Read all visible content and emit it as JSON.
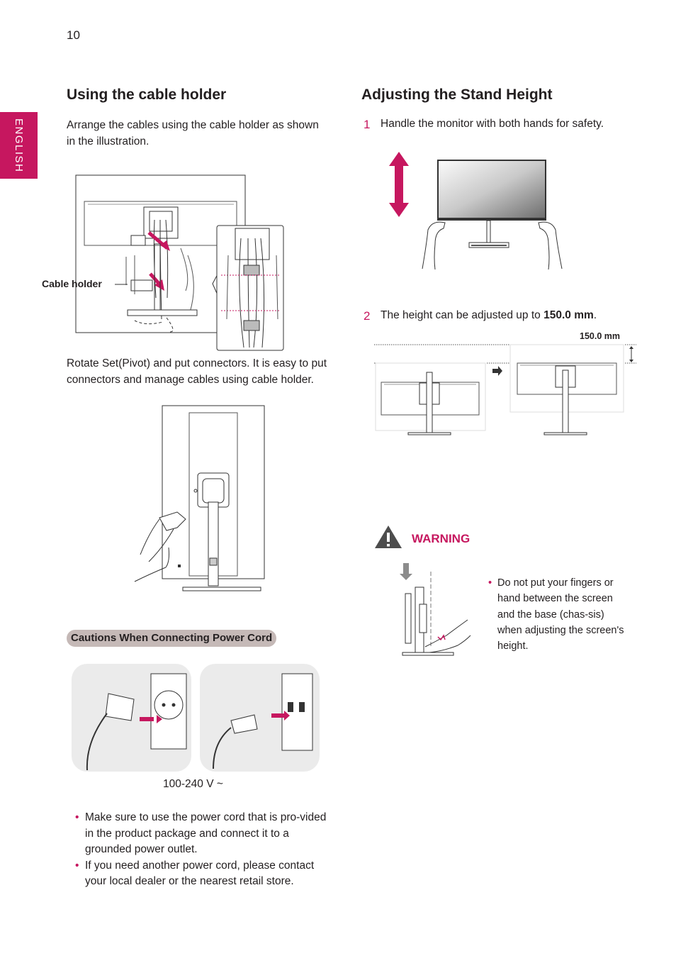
{
  "page_number": "10",
  "language_tab": "ENGLISH",
  "left": {
    "heading": "Using the cable holder",
    "intro": "Arrange the cables using the cable holder as shown in the illustration.",
    "callout_label": "Cable holder",
    "pivot_text": "Rotate Set(Pivot) and put connectors. It is easy to put connectors and manage cables using cable holder.",
    "cautions_heading": "Cautions When Connecting Power Cord",
    "voltage_label": "100-240 V ~",
    "bullets": [
      "Make sure to use the power cord that is pro-vided in the product package and connect it to a grounded power outlet.",
      "If you need another power cord, please contact your local dealer or the nearest retail store."
    ]
  },
  "right": {
    "heading": "Adjusting the Stand Height",
    "step1_num": "1",
    "step1_text": "Handle the monitor with both hands for safety.",
    "step2_num": "2",
    "step2_prefix": "The height can be adjusted up to ",
    "step2_bold": "150.0 mm",
    "step2_suffix": ".",
    "dimension_label": "150.0 mm",
    "warning_label": "WARNING",
    "warning_text": "Do not put your fingers or hand between the screen and the base (chas-sis) when adjusting the screen's height."
  },
  "colors": {
    "accent": "#c6175f",
    "pill_bg": "#c5b9b7",
    "text": "#231f20",
    "illustration_bg": "#ebebeb"
  }
}
